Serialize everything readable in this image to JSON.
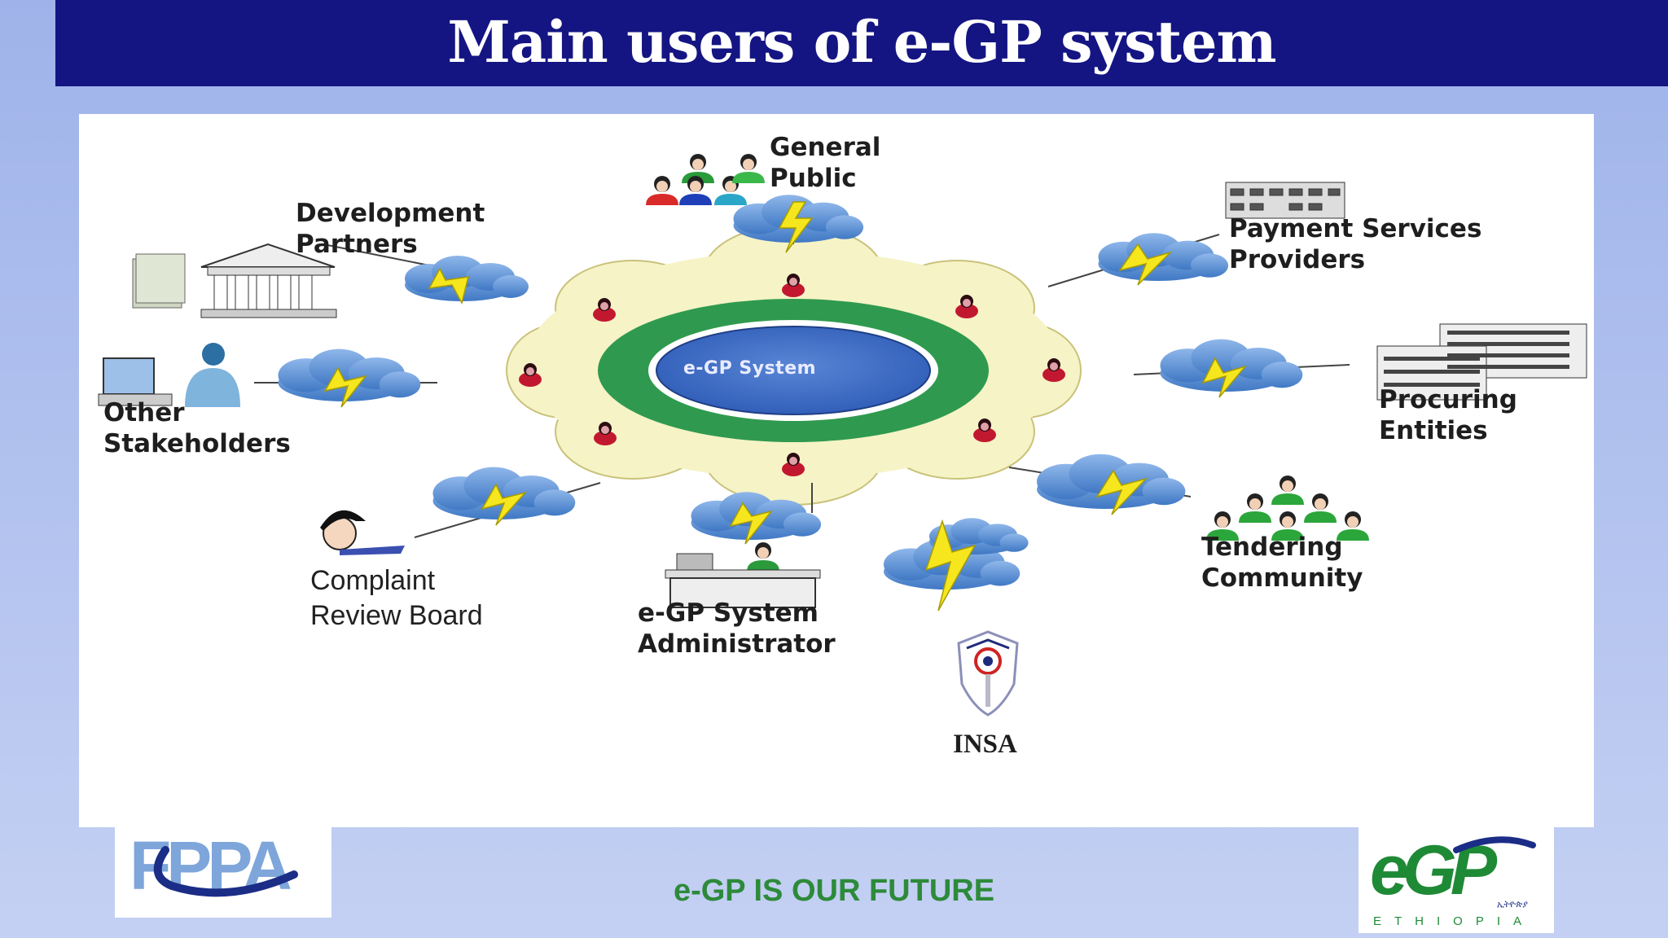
{
  "slide": {
    "title": "Main users of e-GP system",
    "slogan": "e-GP IS OUR FUTURE"
  },
  "diagram": {
    "core": "e-GP System",
    "nodes": {
      "general_public": [
        "General",
        "Public"
      ],
      "development_partners": [
        "Development",
        "Partners"
      ],
      "payment_services_providers": [
        "Payment Services",
        "Providers"
      ],
      "other_stakeholders": [
        "Other",
        "Stakeholders"
      ],
      "procuring_entities": [
        "Procuring",
        "Entities"
      ],
      "complaint_review_board": [
        "Complaint",
        "Review Board"
      ],
      "egp_system_administrator": [
        "e-GP System",
        "Administrator"
      ],
      "tendering_community": [
        "Tendering",
        "Community"
      ],
      "insa": "INSA"
    }
  },
  "logos": {
    "fppa": "FPPA",
    "egp": "eGP",
    "egp_script": "ኢትዮጵያ",
    "egp_country": "ETHIOPIA"
  },
  "colors": {
    "title_bar": "#141582",
    "ring_green": "#2f9a4f",
    "core_blue": "#3f6fc9",
    "ring_cream": "#f6f3c6",
    "cloud": "#5b8fd1",
    "bolt": "#f5e61e",
    "slogan_green": "#2d8a3a"
  }
}
